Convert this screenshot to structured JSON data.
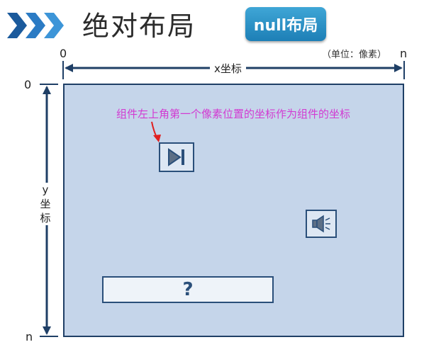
{
  "header": {
    "title": "绝对布局",
    "badge": "null布局"
  },
  "axes": {
    "x_origin": "0",
    "x_end": "n",
    "x_label": "x坐标",
    "unit": "（单位：像素）",
    "y_origin": "0",
    "y_end": "n",
    "y_label_1": "y",
    "y_label_2": "坐",
    "y_label_3": "标"
  },
  "annotation": {
    "text": "组件左上角第一个像素位置的坐标作为组件的坐标"
  },
  "components": {
    "help_symbol": "?"
  },
  "colors": {
    "canvas": "#c5d5ea",
    "border": "#1f3f66",
    "annotation": "#d23ad2",
    "badge": "#2a8fc6"
  }
}
